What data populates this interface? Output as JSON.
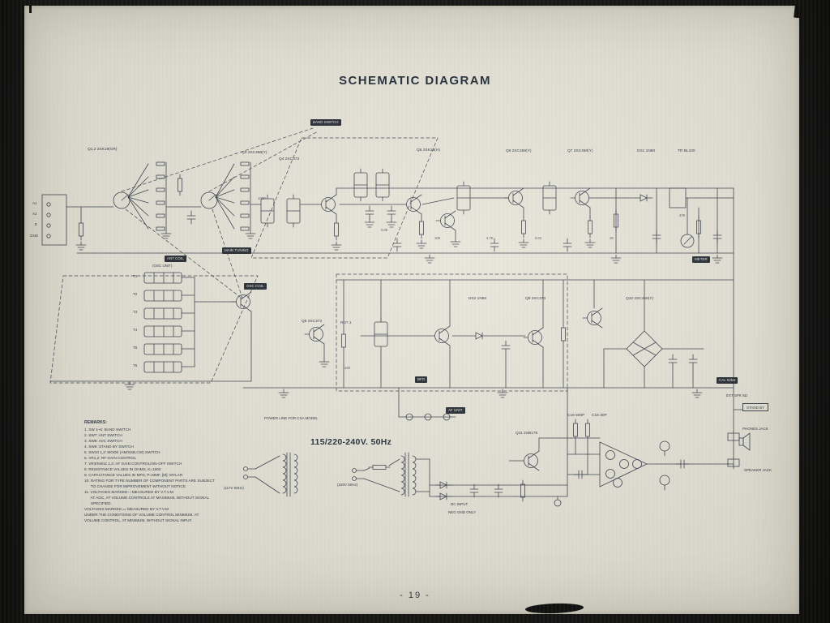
{
  "page": {
    "title": "SCHEMATIC DIAGRAM",
    "page_number": "- 19 -"
  },
  "chips": {
    "band_switch": "BAND SWITCH",
    "ant_coil": "ANT COIL",
    "main_tuning": "MAIN TUNING",
    "osc_coil": "OSC COIL",
    "osc_unit": "(OSC UNIT)",
    "bfo": "BFO",
    "af_unit": "AF UNIT",
    "meter": "METER",
    "cal": "CAL 50kΩ",
    "stand_by": "STAND BY"
  },
  "power": {
    "csa_note": "POWER LINE FOR CSA MODEL",
    "voltage": "115/220-240V. 50Hz",
    "plug_left": "(117V 60Hz)",
    "plug_right": "(220V 50Hz)",
    "dc_input": "DC INPUT",
    "neg_gnd": "NEG GND ONLY"
  },
  "jacks": {
    "ext_spk": "EXT SPK 8Ω",
    "phones": "PHONES JACK",
    "speaker": "SPEAKER JACK"
  },
  "terminals": [
    "A1",
    "A2",
    "E",
    "GND"
  ],
  "coils": [
    "T1",
    "T2",
    "T3",
    "T4",
    "T5",
    "T6"
  ],
  "components": [
    "Q1,2 2SK19(GR)",
    "Q3 2SC458(Y)",
    "Q4 2SC373",
    "Q5 2SK19(H)",
    "Q6 2SC458(Y)",
    "Q7 2SC458(Y)",
    "DS1 1N60",
    "TR BL100",
    "Q8 2SC373",
    "RD7.1",
    "DS2 1N60",
    "Q9 2SC373",
    "Q10 2SC458(Y)",
    "Q11 2SB178",
    "C16 500P",
    "C15 30P"
  ],
  "micro_labels": [
    "0.05",
    "10K",
    "4.7K",
    "100P",
    "0.01",
    "1K",
    "47K",
    "220"
  ],
  "remarks": {
    "heading": "REMARKS:",
    "lines": [
      "1. SW 1~6: BAND SWITCH",
      "2. SW7: ANT SWITCH",
      "3. SW8: AVC SWITCH",
      "4. SW9: STAND BY SWITCH",
      "5. SW10 1,2: MODE (AM/SSB,CW) SWITCH",
      "6. VR1,2: RF GAIN CONTROL",
      "7. VR3/SW11 1,2: AF GAIN CONTROL/ON-OFF SWITCH",
      "8. RESISTANCE VALUES IN OHMS, K=1000",
      "9. CAPACITANCE VALUES IN MFD, P=MMF, [M]: MYLAR",
      "10. RATING FOR TYPE NUMBER OF COMPONENT PARTS ARE SUBJECT",
      "      TO CHANGE FOR IMPROVEMENT WITHOUT NOTICE.",
      "11. VOLTAGES MARKED □ MEASURED BY V.T.V.M",
      "      AT AGC, AT VOLUME CONTROLS AT MAXIMUM, WITHOUT SIGNAL",
      "      SPECIFIED.",
      "VOLTAGES MARKED ▭ MEASURED BY V.T.V.M",
      "UNDER THE CONDITIONS OF VOLUME CONTROL MINIMUM, AT",
      "VOLUME CONTROL, AT MINIMUM, WITHOUT SIGNAL INPUT."
    ]
  }
}
